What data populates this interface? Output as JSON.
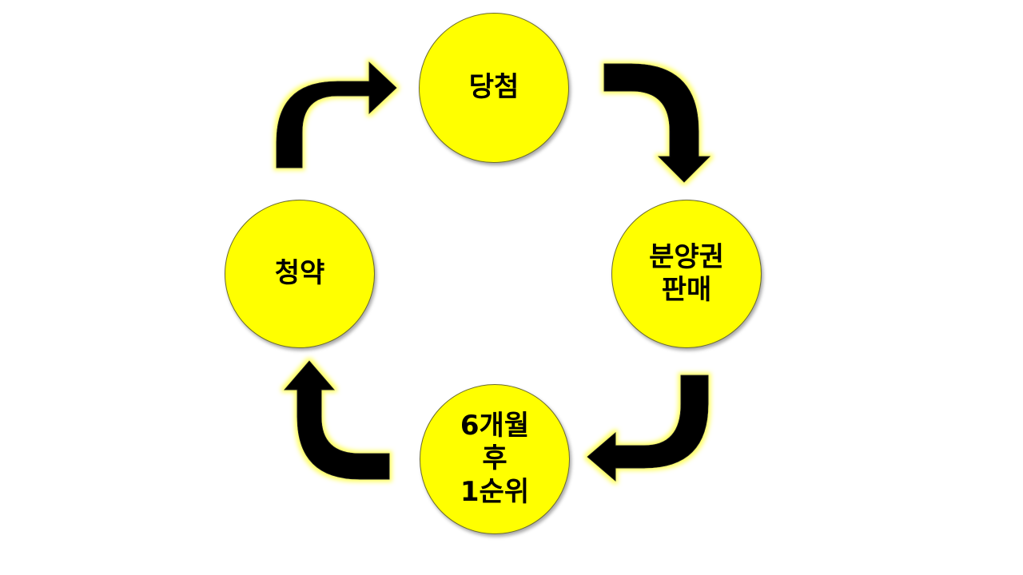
{
  "colors": {
    "node_fill": "#ffff00",
    "arrow_fill": "#000000",
    "arrow_glow": "#ffff66"
  },
  "cycle": {
    "nodes": [
      {
        "id": "top",
        "label": "당첨"
      },
      {
        "id": "right",
        "label": "분양권\n판매"
      },
      {
        "id": "bottom",
        "label": "6개월\n후\n1순위"
      },
      {
        "id": "left",
        "label": "청약"
      }
    ],
    "arrows": [
      {
        "from": "당첨",
        "to": "분양권\n판매"
      },
      {
        "from": "분양권\n판매",
        "to": "6개월\n후\n1순위"
      },
      {
        "from": "6개월\n후\n1순위",
        "to": "청약"
      },
      {
        "from": "청약",
        "to": "당첨"
      }
    ]
  }
}
